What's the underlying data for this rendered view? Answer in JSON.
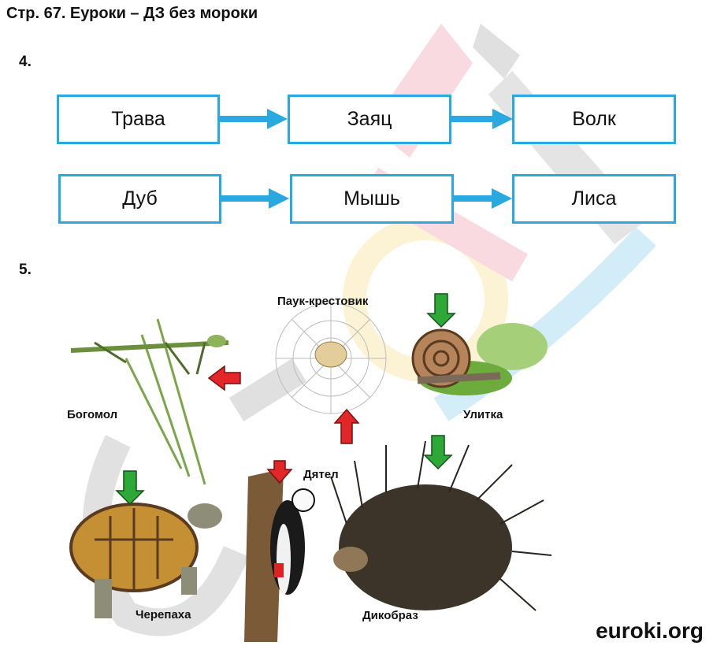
{
  "page": {
    "title": "Стр. 67. Еуроки – ДЗ без мороки",
    "footer": "euroki.org"
  },
  "task4": {
    "number": "4.",
    "chains": [
      [
        "Трава",
        "Заяц",
        "Волк"
      ],
      [
        "Дуб",
        "Мышь",
        "Лиса"
      ]
    ]
  },
  "task5": {
    "number": "5.",
    "animals": {
      "spider": "Паук-крестовик",
      "mantis": "Богомол",
      "snail": "Улитка",
      "woodpecker": "Дятел",
      "turtle": "Черепаха",
      "porcupine": "Дикобраз"
    },
    "arrow_colors": {
      "predator": "#e32628",
      "prey": "#2ea836"
    }
  },
  "colors": {
    "box_border": "#29a9df",
    "arrow": "#29a9df"
  }
}
